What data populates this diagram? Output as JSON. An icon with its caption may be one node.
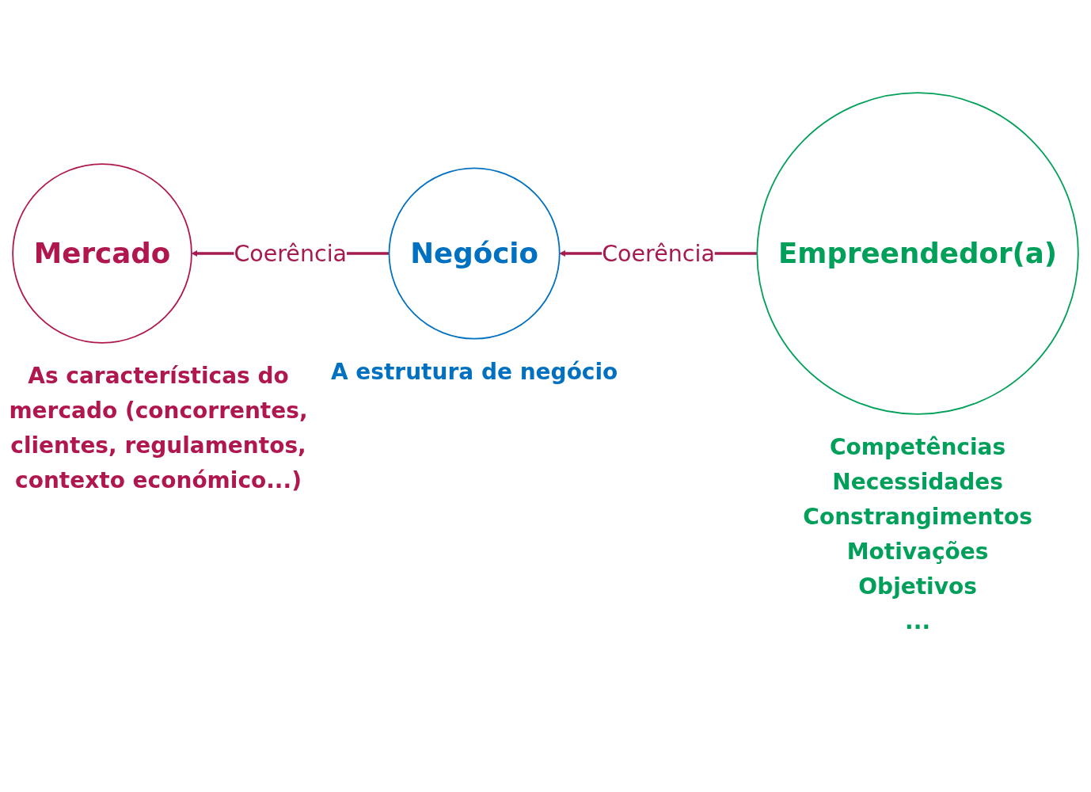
{
  "diagram": {
    "nodes": [
      {
        "text": [
          "Mercado"
        ],
        "beside": [
          "As características do mercado (concorrentes, clientes, regulamentos, contexto económico...)"
        ]
      },
      {
        "text": [
          "Negócio"
        ],
        "beside": [
          "A estrutura de negócio"
        ]
      },
      {
        "text": [
          "Empreendedor(a)"
        ],
        "beside": [
          "Competências",
          "Necessidades",
          "Constrangimentos",
          "Motivações",
          "Objetivos",
          "..."
        ]
      }
    ],
    "edges": [
      {
        "from": 1,
        "to": 0,
        "arrow": "to",
        "label": "Coerência"
      },
      {
        "from": 2,
        "to": 1,
        "arrow": "to",
        "label": "Coerência"
      }
    ]
  }
}
